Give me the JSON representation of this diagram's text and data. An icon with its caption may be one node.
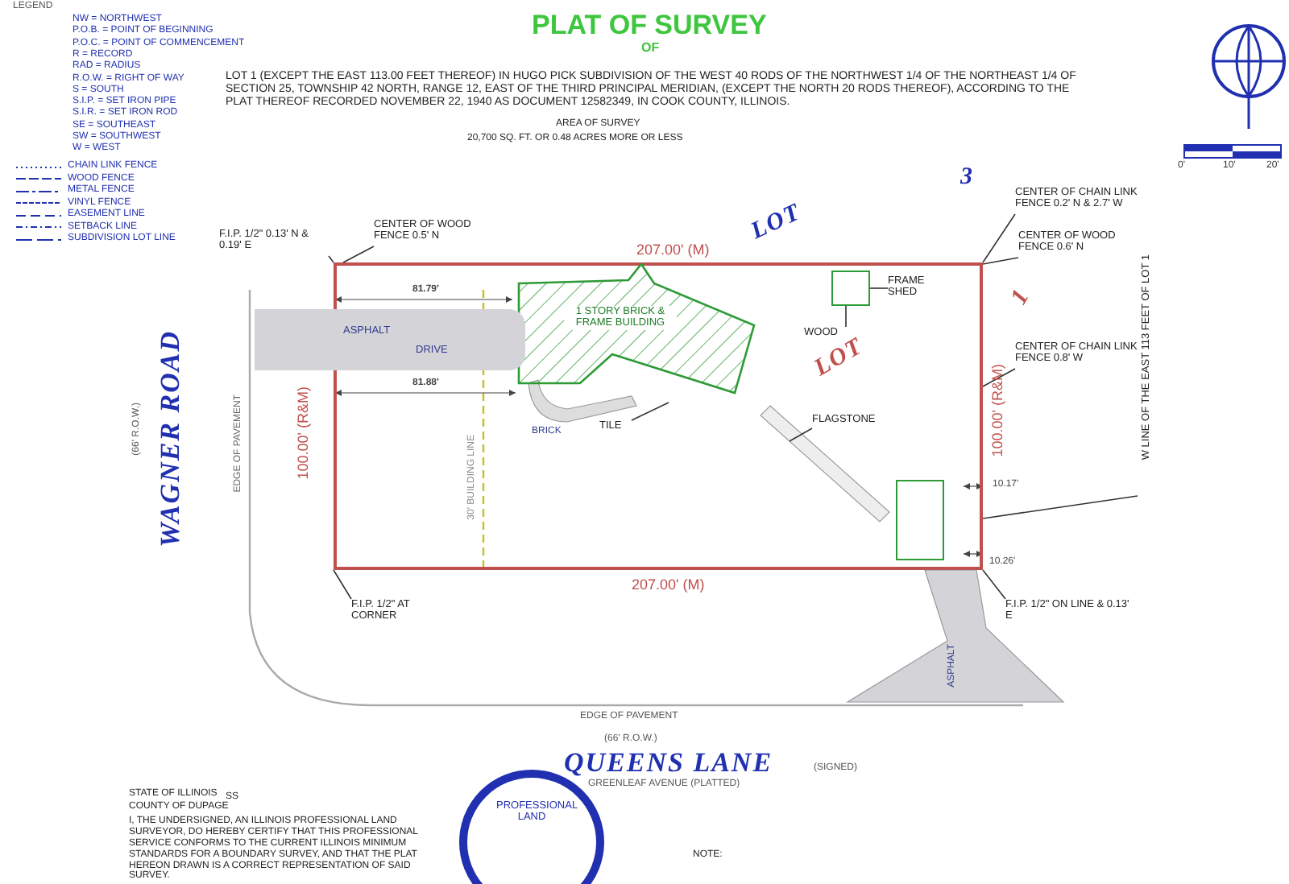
{
  "diagram": {
    "title": "PLAT OF SURVEY",
    "nodes": [
      {
        "text": [],
        "shape": "box"
      },
      {
        "text": [
          "1 STORY BRICK & FRAME BUILDING"
        ],
        "in": 0
      },
      {
        "text": [],
        "shape": "box",
        "in": 0
      },
      {
        "text": [],
        "shape": "box",
        "in": 0
      },
      {
        "text": [
          "FRAME SHED"
        ],
        "in": 0
      },
      {
        "text": [
          "WOOD"
        ],
        "in": 0
      },
      {
        "text": [
          "F.I.P. 1/2\" 0.13' N & 0.19' E"
        ]
      },
      {
        "text": [
          "CENTER OF WOOD FENCE 0.5' N"
        ]
      },
      {
        "text": [
          "CENTER OF CHAIN LINK FENCE 0.2' N & 2.7' W"
        ]
      },
      {
        "text": [
          "CENTER OF WOOD FENCE 0.6' N"
        ]
      },
      {
        "text": [
          "CENTER OF CHAIN LINK FENCE 0.8' W"
        ]
      },
      {
        "text": [
          "W LINE OF THE EAST 113 FEET OF LOT 1"
        ]
      },
      {
        "text": [
          "F.I.P. 1/2\" AT CORNER"
        ]
      },
      {
        "text": [
          "F.I.P. 1/2\" ON LINE & 0.13' E"
        ]
      },
      {
        "text": [
          "TILE"
        ],
        "in": 0
      },
      {
        "text": [
          "FLAGSTONE"
        ],
        "in": 0
      },
      {
        "text": [
          "ASPHALT",
          "DRIVE"
        ]
      },
      {
        "text": [
          "PROFESSIONAL LAND"
        ]
      }
    ],
    "edges": [
      {
        "from": 4,
        "to": 2,
        "arrow": "none"
      },
      {
        "from": 5,
        "to": 2,
        "arrow": "none"
      },
      {
        "from": 6,
        "to": 0,
        "arrow": "none"
      },
      {
        "from": 7,
        "to": 0,
        "arrow": "none"
      },
      {
        "from": 8,
        "to": 0,
        "arrow": "none"
      },
      {
        "from": 9,
        "to": 0,
        "arrow": "none"
      },
      {
        "from": 10,
        "to": 0,
        "arrow": "none"
      },
      {
        "from": 11,
        "to": 0,
        "arrow": "none"
      },
      {
        "from": 12,
        "to": 0,
        "arrow": "none"
      },
      {
        "from": 13,
        "to": 0,
        "arrow": "none"
      },
      {
        "from": 14,
        "to": null,
        "arrow": "none"
      },
      {
        "from": 15,
        "to": null,
        "arrow": "none"
      }
    ],
    "labels": [
      "LEGEND",
      "NW = NORTHWEST",
      "P.O.B. = POINT OF BEGINNING",
      "P.O.C. = POINT OF COMMENCEMENT",
      "R = RECORD",
      "RAD = RADIUS",
      "R.O.W. = RIGHT OF WAY",
      "S = SOUTH",
      "S.I.P. = SET IRON PIPE",
      "S.I.R. = SET IRON ROD",
      "SE = SOUTHEAST",
      "SW = SOUTHWEST",
      "W = WEST",
      "OF",
      "LOT 1 (EXCEPT THE EAST 113.00 FEET THEREOF) IN HUGO PICK SUBDIVISION OF THE WEST 40 RODS OF THE NORTHWEST 1/4 OF THE NORTHEAST 1/4 OF SECTION 25, TOWNSHIP 42 NORTH, RANGE 12, EAST OF THE THIRD PRINCIPAL MERIDIAN, (EXCEPT THE NORTH 20 RODS THEREOF), ACCORDING TO THE PLAT THEREOF RECORDED NOVEMBER 22, 1940 AS DOCUMENT 12582349, IN COOK COUNTY, ILLINOIS.",
      "AREA OF SURVEY",
      "20,700 SQ. FT. OR 0.48 ACRES MORE OR LESS",
      "LOT",
      "3",
      "LOT",
      "1",
      "207.00' (M)",
      "100.00' (R&M)",
      "100.00' (R&M)",
      "207.00' (M)",
      "81.79'",
      "81.88'",
      "10.17'",
      "10.26'",
      "30' BUILDING LINE",
      "(66' R.O.W.)",
      "WAGNER ROAD",
      "EDGE OF PAVEMENT",
      "ASPHALT",
      "EDGE OF PAVEMENT",
      "(66' R.O.W.)",
      "QUEENS LANE",
      "(SIGNED)",
      "GREENLEAF AVENUE (PLATTED)",
      "STATE OF ILLINOIS",
      "SS",
      "COUNTY OF DUPAGE",
      "I, THE UNDERSIGNED, AN ILLINOIS PROFESSIONAL LAND SURVEYOR, DO HEREBY CERTIFY THAT THIS PROFESSIONAL SERVICE CONFORMS TO THE CURRENT ILLINOIS MINIMUM STANDARDS FOR A BOUNDARY SURVEY, AND THAT THE PLAT HEREON DRAWN IS A CORRECT REPRESENTATION OF SAID SURVEY.",
      "NOTE:",
      "0'",
      "10'",
      "20'",
      "BRICK"
    ],
    "legend": [
      {
        "text": "CHAIN LINK FENCE"
      },
      {
        "text": "WOOD FENCE"
      },
      {
        "text": "METAL FENCE"
      },
      {
        "text": "VINYL FENCE"
      },
      {
        "text": "EASEMENT LINE"
      },
      {
        "text": "SETBACK LINE"
      },
      {
        "text": "SUBDIVISION LOT LINE"
      }
    ]
  }
}
